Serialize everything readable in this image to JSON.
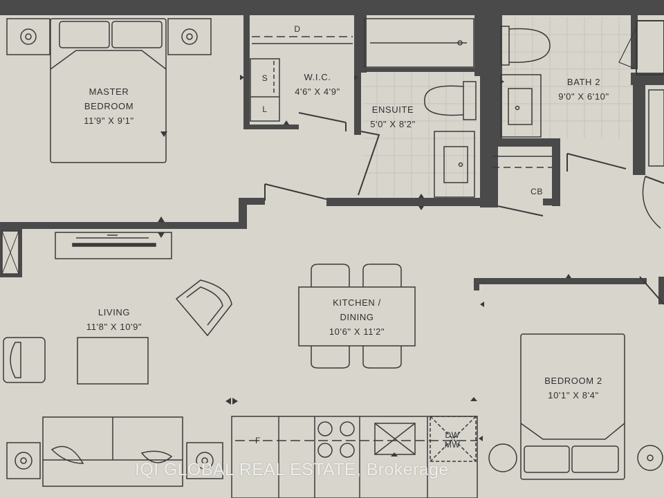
{
  "rooms": {
    "master": {
      "name1": "MASTER",
      "name2": "BEDROOM",
      "dims": "11'9\" X 9'1\""
    },
    "wic": {
      "name": "W.I.C.",
      "dims": "4'6\" X 4'9\""
    },
    "ensuite": {
      "name": "ENSUITE",
      "dims": "5'0\" X 8'2\""
    },
    "bath2": {
      "name": "BATH 2",
      "dims": "9'0\" X 6'10\""
    },
    "living": {
      "name": "LIVING",
      "dims": "11'8\" X 10'9\""
    },
    "kitchen": {
      "name1": "KITCHEN /",
      "name2": "DINING",
      "dims": "10'6\" X 11'2\""
    },
    "bedroom2": {
      "name": "BEDROOM 2",
      "dims": "10'1\" X 8'4\""
    }
  },
  "fixture_labels": {
    "dryer": "D",
    "shelf": "S",
    "linen": "L",
    "closet": "CB",
    "fridge": "F",
    "dishwasher_top": "DW",
    "dishwasher_bottom": "MW"
  },
  "watermark": "IQI GLOBAL REAL ESTATE, Brokerage",
  "colors": {
    "paper": "#d8d5cd",
    "wall": "#4a4a4a",
    "line": "#3a3a3a"
  }
}
